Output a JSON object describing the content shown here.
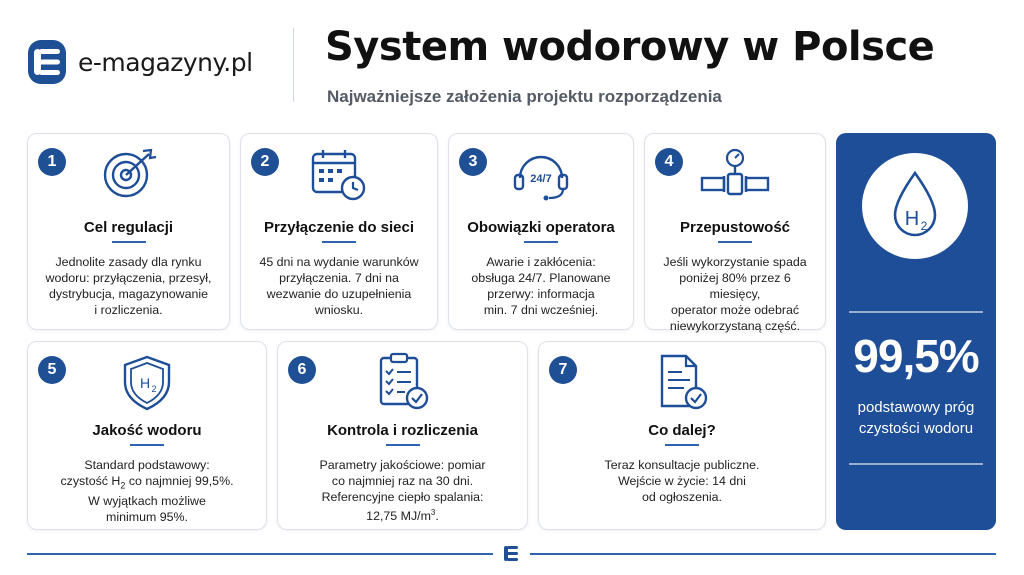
{
  "header": {
    "logo_text": "e-magazyny.pl",
    "title": "System wodorowy w Polsce",
    "subtitle": "Najważniejsze założenia projektu rozporządzenia"
  },
  "cards": [
    {
      "number": "1",
      "title": "Cel regulacji",
      "icon": "target-icon",
      "lines": [
        "Jednolite zasady dla rynku",
        "wodoru: przyłączenia, przesył,",
        "dystrybucja, magazynowanie",
        "i rozliczenia."
      ]
    },
    {
      "number": "2",
      "title": "Przyłączenie do sieci",
      "icon": "calendar-clock-icon",
      "lines": [
        "45 dni na wydanie warunków",
        "przyłączenia. 7 dni na",
        "wezwanie do uzupełnienia",
        "wniosku."
      ]
    },
    {
      "number": "3",
      "title": "Obowiązki operatora",
      "icon": "headset-24-7-icon",
      "icon_label": "24/7",
      "lines": [
        "Awarie i zakłócenia:",
        "obsługa 24/7. Planowane",
        "przerwy: informacja",
        "min. 7 dni wcześniej."
      ]
    },
    {
      "number": "4",
      "title": "Przepustowość",
      "icon": "pipe-gauge-icon",
      "lines": [
        "Jeśli wykorzystanie spada",
        "poniżej 80% przez 6 miesięcy,",
        "operator może odebrać",
        "niewykorzystaną część."
      ]
    },
    {
      "number": "5",
      "title": "Jakość wodoru",
      "icon": "shield-h2-icon",
      "icon_label": "H",
      "icon_sub": "2",
      "lines": [
        "Standard podstawowy:",
        "czystość H",
        "2",
        " co najmniej 99,5%.",
        "W wyjątkach możliwe",
        "minimum 95%."
      ]
    },
    {
      "number": "6",
      "title": "Kontrola i rozliczenia",
      "icon": "checklist-clipboard-icon",
      "lines": [
        "Parametry jakościowe: pomiar",
        "co najmniej raz na 30 dni.",
        "Referencyjne ciepło spalania:",
        "12,75 MJ/m",
        "3",
        "."
      ]
    },
    {
      "number": "7",
      "title": "Co dalej?",
      "icon": "document-check-icon",
      "lines": [
        "Teraz konsultacje publiczne.",
        "Wejście w życie: 14 dni",
        "od ogłoszenia."
      ]
    }
  ],
  "highlight": {
    "icon": "h2-drop-icon",
    "icon_label": "H",
    "icon_sub": "2",
    "value": "99,5%",
    "line1": "podstawowy próg",
    "line2": "czystości wodoru"
  },
  "colors": {
    "accent": "#1d4e97",
    "accent_light": "#2e63b2",
    "text": "#1a1a1a"
  }
}
